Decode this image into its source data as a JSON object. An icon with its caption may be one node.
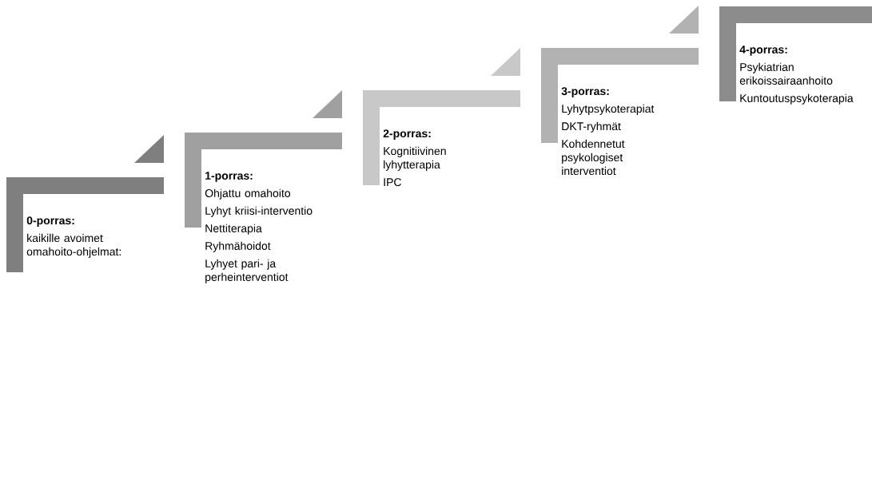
{
  "diagram": {
    "nodes": [
      {
        "text": [
          "0-porras:",
          "kaikille avoimet omahoito-ohjelmat:"
        ]
      },
      {
        "text": [
          "1-porras:",
          "Ohjattu omahoito",
          "Lyhyt kriisi-interventio",
          "Nettiterapia",
          "Ryhmähoidot",
          "Lyhyet pari- ja perheinterventiot"
        ]
      },
      {
        "text": [
          "2-porras:",
          "Kognitiivinen lyhytterapia",
          "IPC"
        ]
      },
      {
        "text": [
          "3-porras:",
          "Lyhytpsykoterapiat",
          "DKT-ryhmät",
          "Kohdennetut psykologiset interventiot"
        ]
      },
      {
        "text": [
          "4-porras:",
          "Psykiatrian erikoissairaanhoito",
          "Kuntoutuspsykoterapia"
        ]
      }
    ]
  }
}
